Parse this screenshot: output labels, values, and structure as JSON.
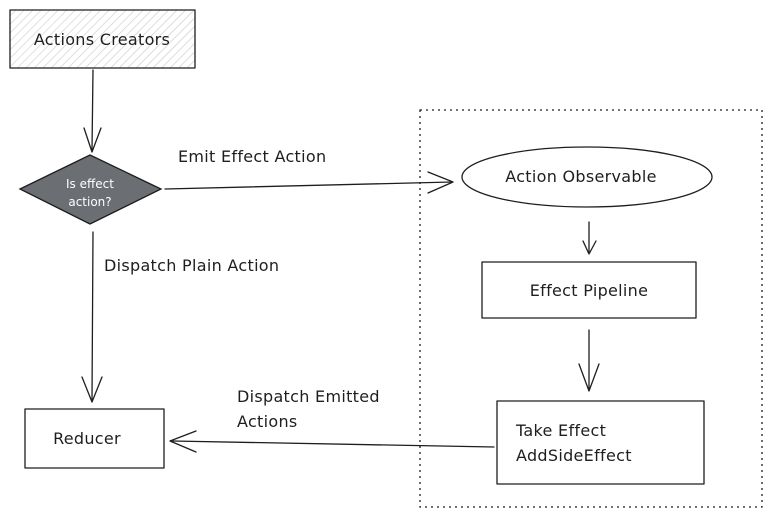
{
  "nodes": {
    "action_creators": "Actions Creators",
    "decision_line1": "Is effect",
    "decision_line2": "action?",
    "action_observable": "Action Observable",
    "effect_pipeline": "Effect Pipeline",
    "take_effect_line1": "Take Effect",
    "take_effect_line2": "AddSideEffect",
    "reducer": "Reducer"
  },
  "edges": {
    "emit_effect_action": "Emit Effect Action",
    "dispatch_plain_action": "Dispatch Plain Action",
    "dispatch_emitted_line1": "Dispatch Emitted",
    "dispatch_emitted_line2": "Actions"
  },
  "colors": {
    "stroke": "#1e1e1e",
    "decision_fill": "#6b6e73",
    "hatch": "#c9c9c9"
  }
}
